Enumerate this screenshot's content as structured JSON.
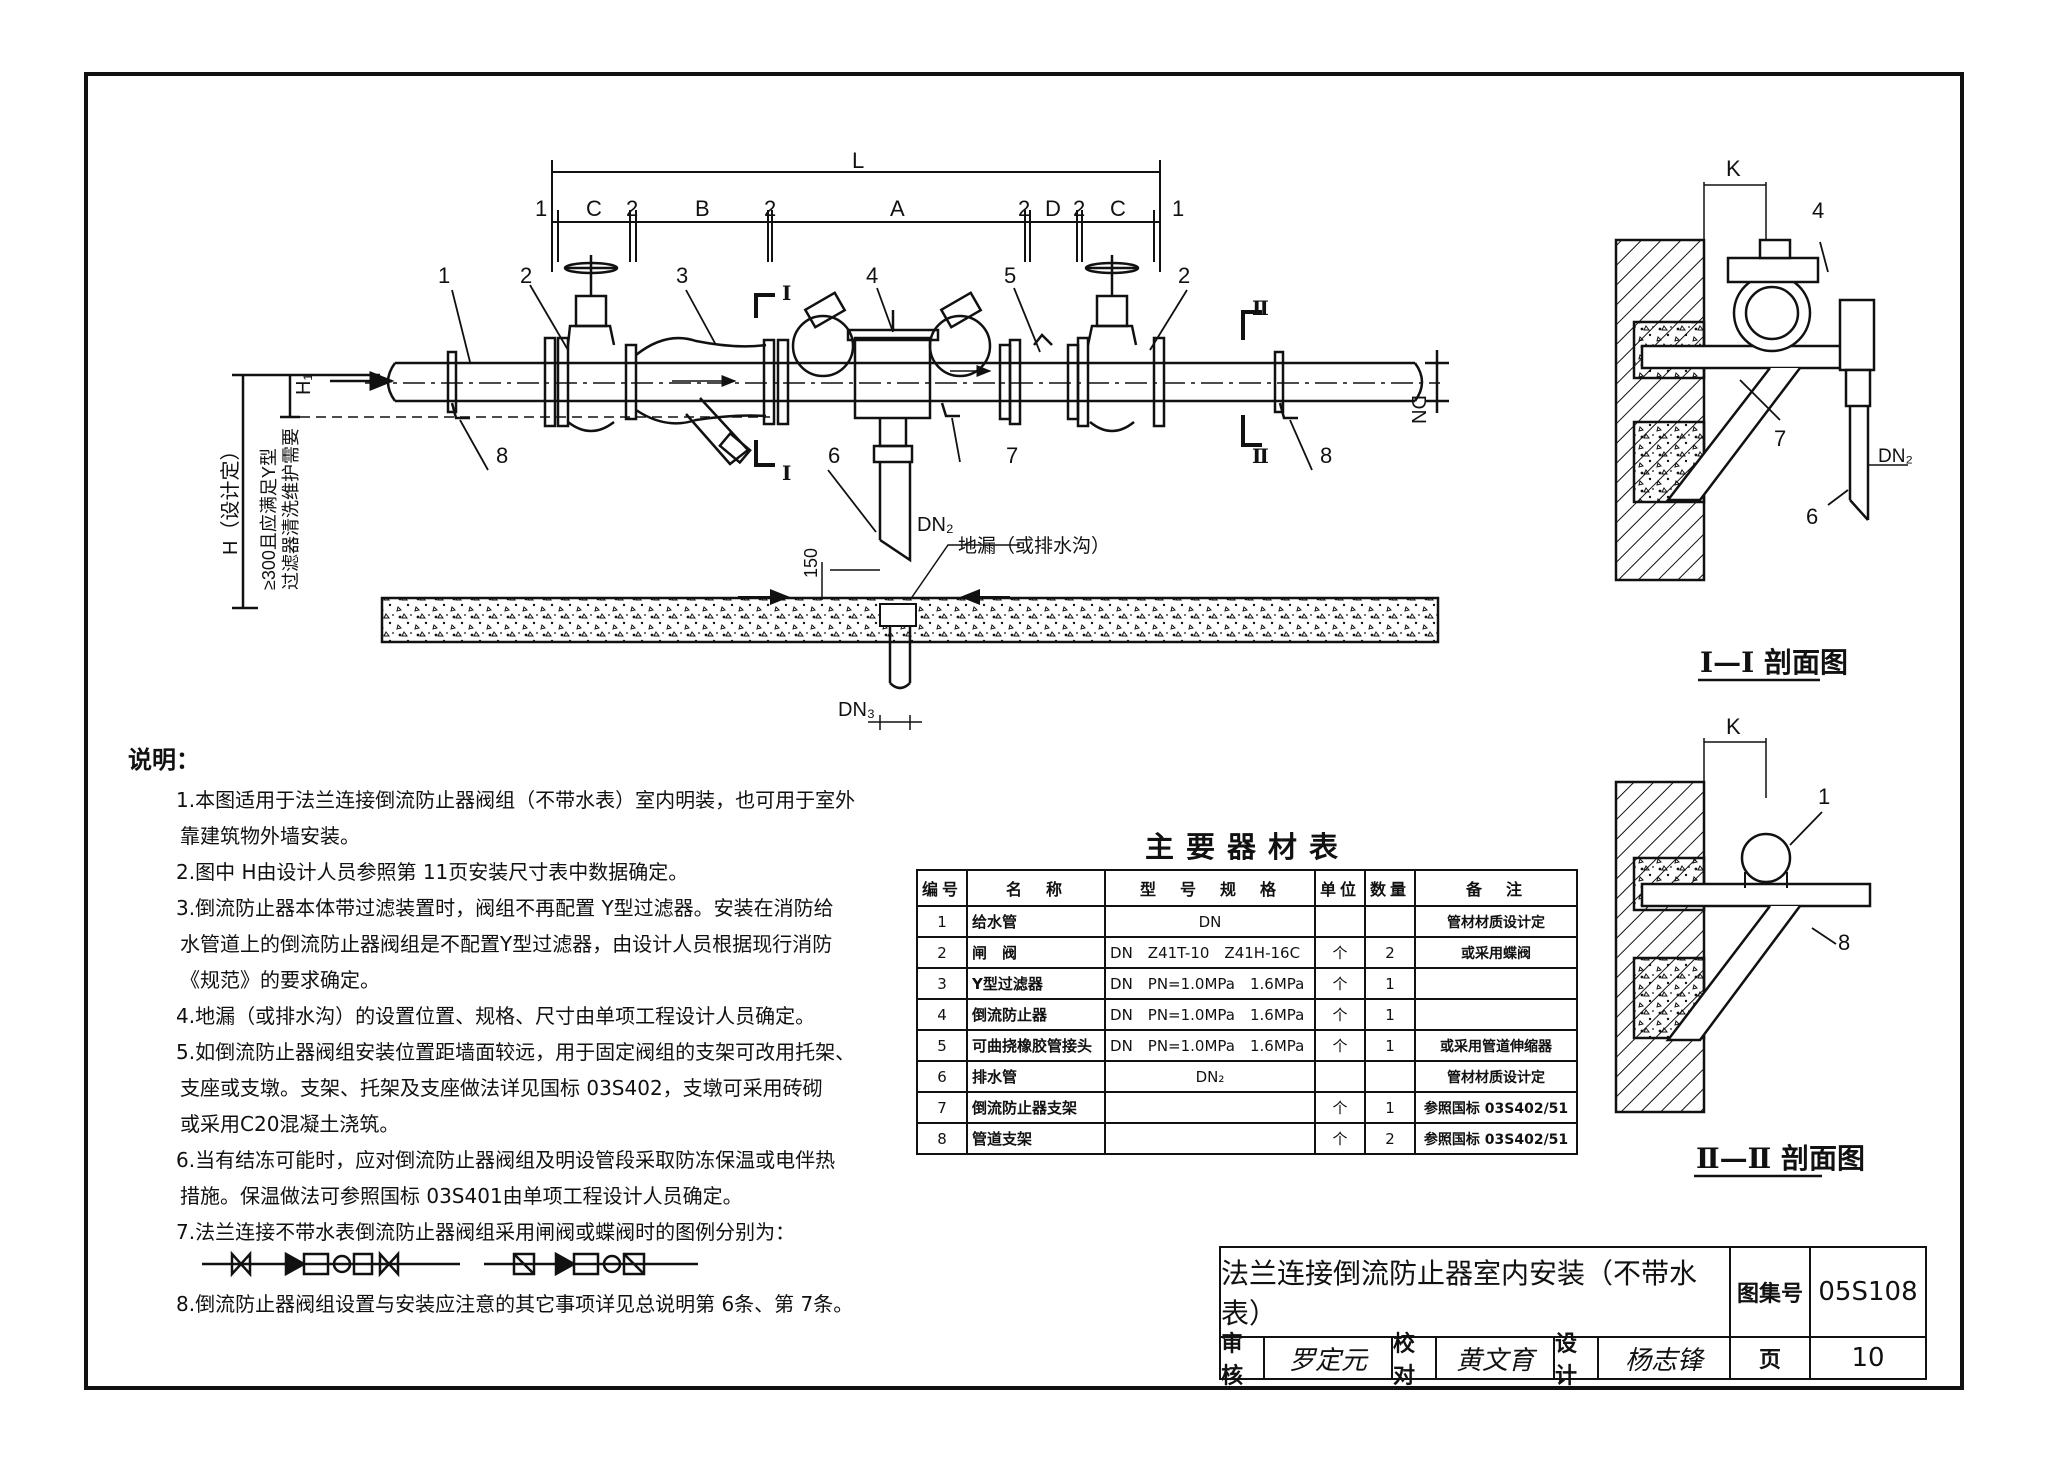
{
  "drawing": {
    "dim_labels": {
      "L": "L",
      "C": "C",
      "B": "B",
      "A": "A",
      "D": "D",
      "one": "1",
      "two": "2",
      "DN": "DN",
      "DN2": "DN₂",
      "DN3": "DN₃",
      "H1": "H₁",
      "K": "K",
      "dim_150": "150",
      "H_note": "H（设计定）",
      "H_req1": "≥300且应满足Y型",
      "H_req2": "过滤器清洗维护需要"
    },
    "callouts": [
      "1",
      "2",
      "3",
      "4",
      "5",
      "2",
      "6",
      "7",
      "8"
    ],
    "section_mark_I": "I",
    "section_mark_II": "Ⅱ",
    "floor_drain_label": "地漏（或排水沟）",
    "section_1_title": "I—I 剖面图",
    "section_2_title": "Ⅱ—Ⅱ 剖面图",
    "section_1_callouts": [
      "4",
      "7",
      "6"
    ],
    "section_2_callouts": [
      "1",
      "8"
    ],
    "section_DN2": "DN₂"
  },
  "notes": {
    "title": "说明：",
    "lines": [
      {
        "text": "1.本图适用于法兰连接倒流防止器阀组（不带水表）室内明装，也可用于室外",
        "type": "first"
      },
      {
        "text": "靠建筑物外墙安装。",
        "type": "cont"
      },
      {
        "text": "2.图中 H由设计人员参照第 11页安装尺寸表中数据确定。",
        "type": "first"
      },
      {
        "text": "3.倒流防止器本体带过滤装置时，阀组不再配置 Y型过滤器。安装在消防给",
        "type": "first"
      },
      {
        "text": "水管道上的倒流防止器阀组是不配置Y型过滤器，由设计人员根据现行消防",
        "type": "cont"
      },
      {
        "text": "《规范》的要求确定。",
        "type": "cont"
      },
      {
        "text": "4.地漏（或排水沟）的设置位置、规格、尺寸由单项工程设计人员确定。",
        "type": "first"
      },
      {
        "text": "5.如倒流防止器阀组安装位置距墙面较远，用于固定阀组的支架可改用托架、",
        "type": "first"
      },
      {
        "text": "支座或支墩。支架、托架及支座做法详见国标 03S402，支墩可采用砖砌",
        "type": "cont"
      },
      {
        "text": "或采用C20混凝土浇筑。",
        "type": "cont"
      },
      {
        "text": "6.当有结冻可能时，应对倒流防止器阀组及明设管段采取防冻保温或电伴热",
        "type": "first"
      },
      {
        "text": "措施。保温做法可参照国标 03S401由单项工程设计人员确定。",
        "type": "cont"
      },
      {
        "text": "7.法兰连接不带水表倒流防止器阀组采用闸阀或蝶阀时的图例分别为：",
        "type": "first"
      },
      {
        "text": "",
        "type": "legend"
      },
      {
        "text": "8.倒流防止器阀组设置与安装应注意的其它事项详见总说明第 6条、第 7条。",
        "type": "first"
      }
    ]
  },
  "table": {
    "title": "主要器材表",
    "headers": [
      "编号",
      "名　称",
      "型　号　规　格",
      "单位",
      "数量",
      "备　注"
    ],
    "rows": [
      [
        "1",
        "给水管",
        "DN",
        "",
        "",
        "管材材质设计定"
      ],
      [
        "2",
        "闸　阀",
        "DN　Z41T-10　Z41H-16C",
        "个",
        "2",
        "或采用蝶阀"
      ],
      [
        "3",
        "Y型过滤器",
        "DN　PN=1.0MPa　1.6MPa",
        "个",
        "1",
        ""
      ],
      [
        "4",
        "倒流防止器",
        "DN　PN=1.0MPa　1.6MPa",
        "个",
        "1",
        ""
      ],
      [
        "5",
        "可曲挠橡胶管接头",
        "DN　PN=1.0MPa　1.6MPa",
        "个",
        "1",
        "或采用管道伸缩器"
      ],
      [
        "6",
        "排水管",
        "DN₂",
        "",
        "",
        "管材材质设计定"
      ],
      [
        "7",
        "倒流防止器支架",
        "",
        "个",
        "1",
        "参照国标 03S402/51"
      ],
      [
        "8",
        "管道支架",
        "",
        "个",
        "2",
        "参照国标 03S402/51"
      ]
    ]
  },
  "title_block": {
    "title": "法兰连接倒流防止器室内安装（不带水表）",
    "atlas_label": "图集号",
    "atlas_no": "05S108",
    "review_label": "审核",
    "review_sig": "罗定元",
    "check_label": "校对",
    "check_sig": "黄文育",
    "design_label": "设计",
    "design_sig": "杨志锋",
    "page_label": "页",
    "page_no": "10"
  }
}
